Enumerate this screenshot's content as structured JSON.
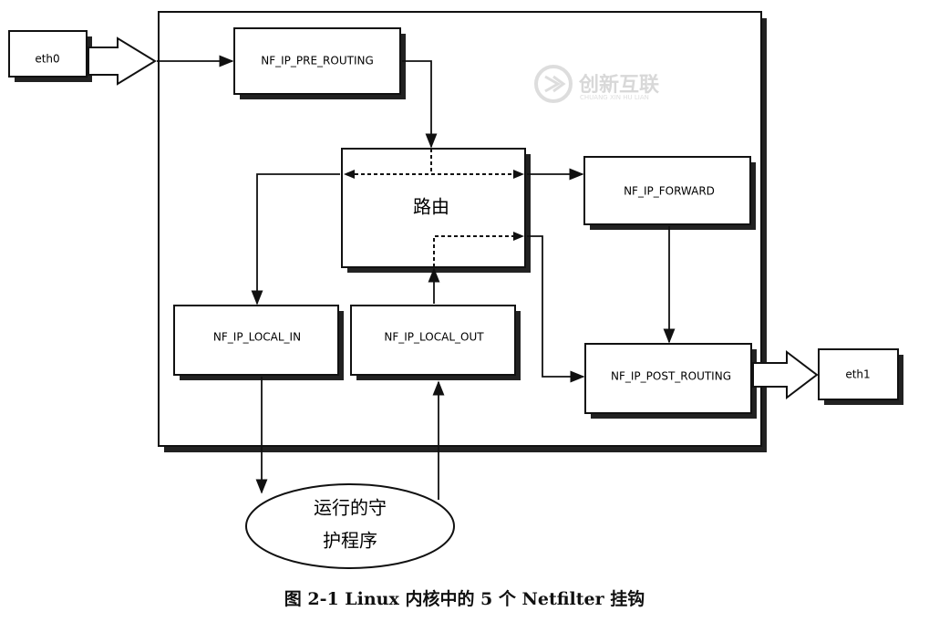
{
  "nodes": {
    "eth0": "eth0",
    "eth1": "eth1",
    "pre_routing": "NF_IP_PRE_ROUTING",
    "routing": "路由",
    "forward": "NF_IP_FORWARD",
    "local_in": "NF_IP_LOCAL_IN",
    "local_out": "NF_IP_LOCAL_OUT",
    "post_routing": "NF_IP_POST_ROUTING",
    "process_line1": "运行的守",
    "process_line2": "护程序"
  },
  "watermark": {
    "title": "创新互联",
    "subtitle": "CHUANG XIN HU LIAN"
  },
  "caption": "图 2-1    Linux 内核中的 5 个 Netfilter 挂钩"
}
